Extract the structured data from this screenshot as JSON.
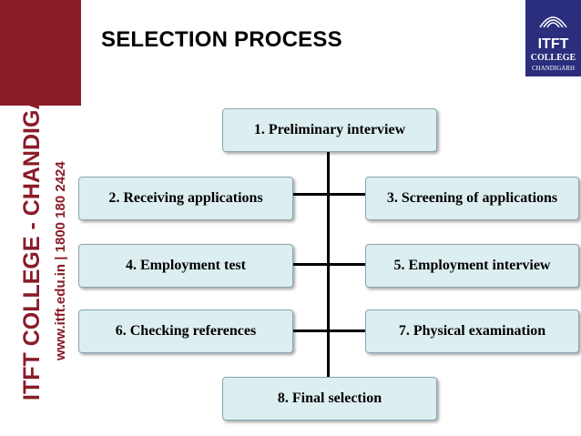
{
  "slide": {
    "title": "SELECTION PROCESS",
    "sidebar_text": "ITFT COLLEGE - CHANDIGARH",
    "sidebar_contact": "www.itft.edu.in  |  1800 180 2424",
    "logo": {
      "line1": "ITFT",
      "line2": "COLLEGE",
      "line3": "CHANDIGARH"
    }
  },
  "flow": {
    "steps": [
      "1. Preliminary interview",
      "2. Receiving applications",
      "3. Screening of applications",
      "4. Employment test",
      "5. Employment interview",
      "6. Checking references",
      "7. Physical examination",
      "8. Final selection"
    ]
  },
  "colors": {
    "sidebar_band": "#8a1c28",
    "logo_bg": "#2b2e7c",
    "box_fill": "#ddeef0",
    "box_border": "#8aa6b3"
  }
}
